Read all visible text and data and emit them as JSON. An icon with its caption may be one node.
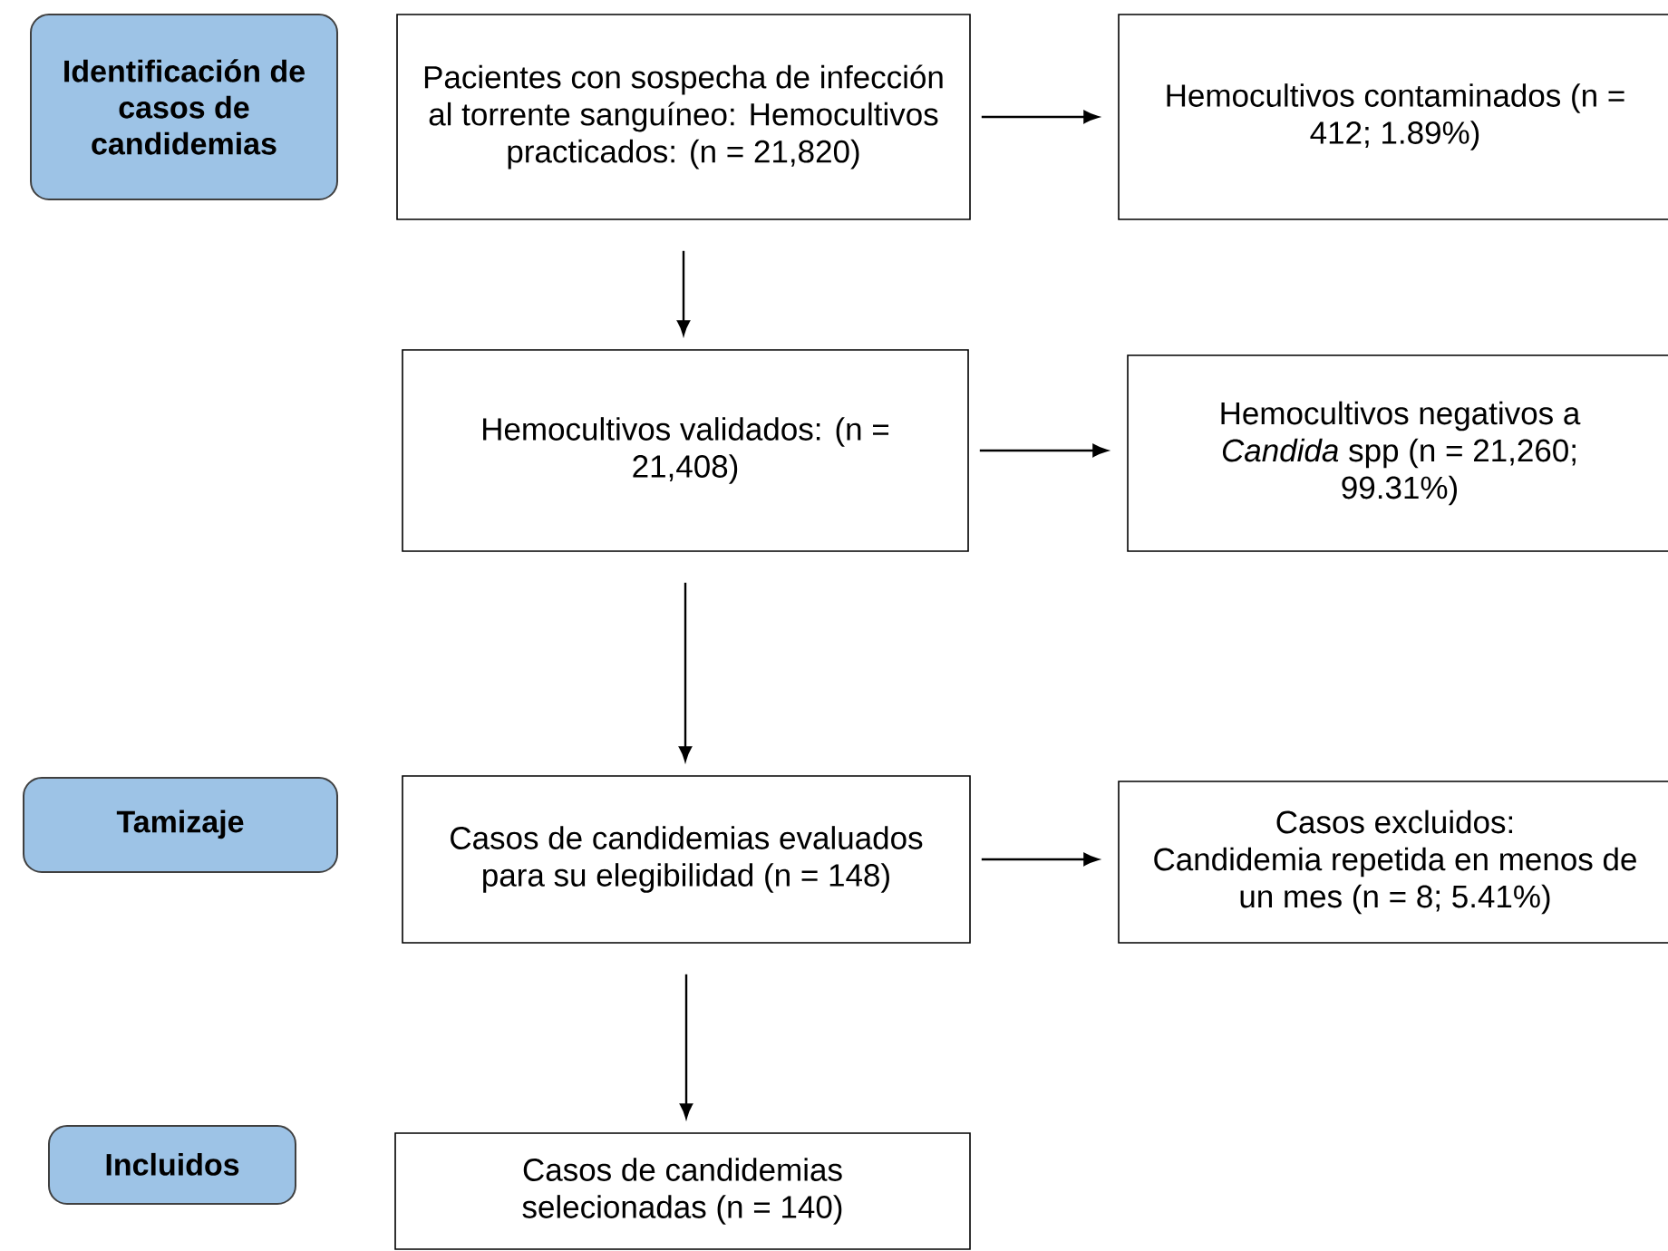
{
  "diagram": {
    "nodes": [
      {
        "text": [
          "Identificación de casos de candidemias"
        ]
      },
      {
        "text": [
          "Pacientes con sospecha de infección al torrente sanguíneo: Hemocultivos practicados: (n = 21,820)"
        ]
      },
      {
        "text": [
          "Hemocultivos contaminados (n = 412; 1.89%)"
        ]
      },
      {
        "text": [
          "Hemocultivos validados: (n = 21,408)"
        ]
      },
      {
        "text": [
          "Hemocultivos negativos a *Candida* spp (n = 21,260; 99.31%)"
        ]
      },
      {
        "text": [
          "Tamizaje"
        ]
      },
      {
        "text": [
          "Casos de candidemias evaluados para su elegibilidad (n = 148)"
        ]
      },
      {
        "text": [
          "Casos excluidos:",
          "Candidemia repetida en menos de un mes (n = 8; 5.41%)"
        ]
      },
      {
        "text": [
          "Incluidos"
        ]
      },
      {
        "text": [
          "Casos de candidemias selecionadas (n = 140)"
        ]
      }
    ],
    "edges": [
      {
        "from": 1,
        "to": 2,
        "arrow": "to"
      },
      {
        "from": 1,
        "to": 3,
        "arrow": "to"
      },
      {
        "from": 3,
        "to": 4,
        "arrow": "to"
      },
      {
        "from": 3,
        "to": 6,
        "arrow": "to"
      },
      {
        "from": 6,
        "to": 7,
        "arrow": "to"
      },
      {
        "from": 6,
        "to": 9,
        "arrow": "to"
      }
    ]
  }
}
